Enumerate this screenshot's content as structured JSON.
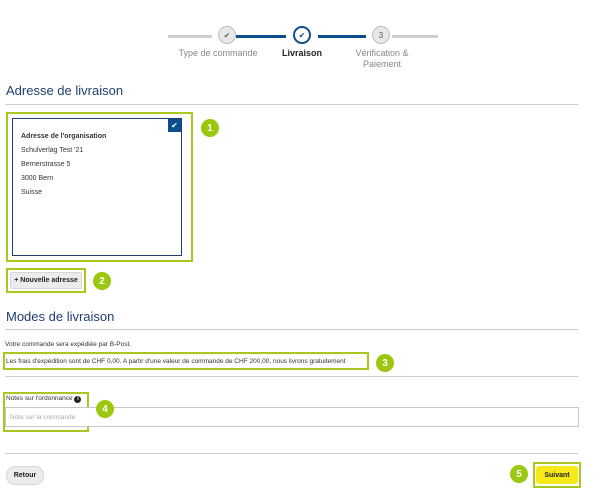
{
  "stepper": {
    "steps": [
      {
        "label": "Type de commande",
        "marker": "✔",
        "state": "done"
      },
      {
        "label": "Livraison",
        "marker": "✔",
        "state": "active"
      },
      {
        "label_line1": "Vérification &",
        "label_line2": "Paiement",
        "marker": "3",
        "state": "todo"
      }
    ]
  },
  "delivery_address": {
    "heading": "Adresse de livraison",
    "card": {
      "title": "Adresse de l'organisation",
      "lines": [
        "Schulverlag Test '21",
        "Bernerstrasse 5",
        "3000 Bern",
        "Suisse"
      ],
      "check_icon": "check-icon"
    },
    "new_address_label": "+ Nouvelle adresse"
  },
  "delivery_modes": {
    "heading": "Modes de livraison",
    "info": "Votre commande sera expédiée par B-Post.",
    "shipping_costs": "Les frais d'expédition sont de CHF 0,00. A partir d'une valeur de commande de CHF 200,00, nous livrons gratuitement"
  },
  "order_notes": {
    "label": "Notes sur l'ordonnance",
    "info_icon": "info-icon",
    "placeholder": "Note sur la commande",
    "value": ""
  },
  "footer": {
    "back_label": "Retour",
    "next_label": "Suivant"
  },
  "annotations": [
    "1",
    "2",
    "3",
    "4",
    "5"
  ],
  "colors": {
    "primary": "#0d4f8c",
    "highlight": "#a8c820",
    "badge": "#9bc80f",
    "next_button": "#f7e81a"
  }
}
